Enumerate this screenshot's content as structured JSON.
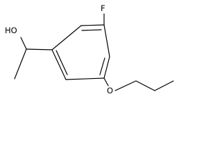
{
  "molecule": {
    "labels": {
      "fluorine": "F",
      "hydroxyl": "HO",
      "ether_oxygen": "O"
    },
    "colors": {
      "background": "#ffffff",
      "bond": "#000000",
      "label": "#000000"
    }
  }
}
